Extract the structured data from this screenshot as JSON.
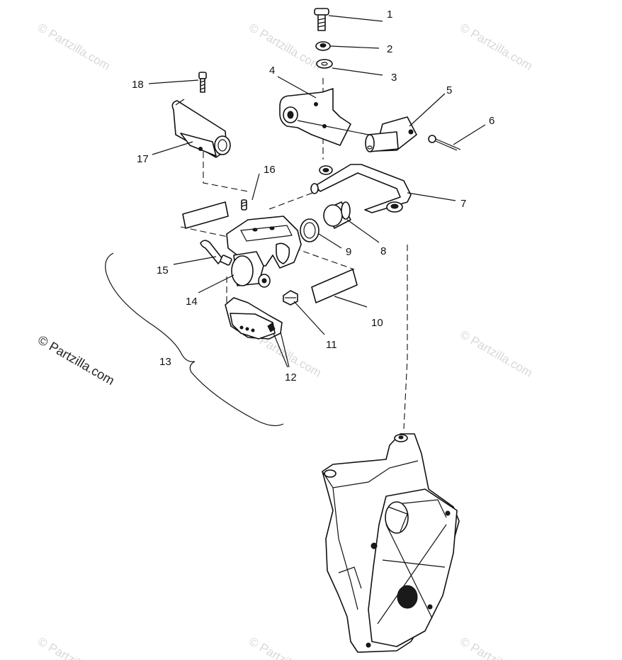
{
  "watermark": {
    "text": "© Partzilla.com"
  },
  "copyright": "© Partzilla.com",
  "callouts": {
    "c1": "1",
    "c2": "2",
    "c3": "3",
    "c4": "4",
    "c5": "5",
    "c6": "6",
    "c7": "7",
    "c8": "8",
    "c9": "9",
    "c10": "10",
    "c11": "11",
    "c12": "12",
    "c13": "13",
    "c14": "14",
    "c15": "15",
    "c16": "16",
    "c17": "17",
    "c18": "18"
  }
}
